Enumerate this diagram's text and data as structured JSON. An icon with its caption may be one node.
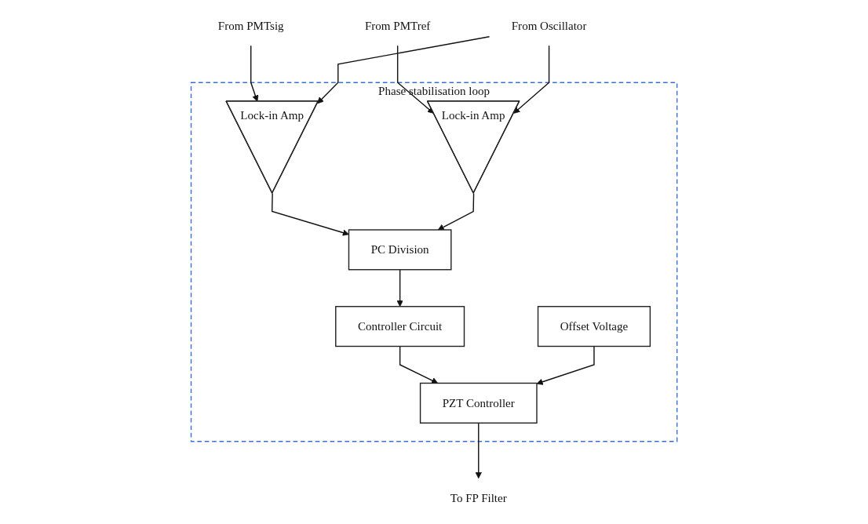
{
  "diagram": {
    "nodes": [
      {
        "text": [
          "Phase stabilisation loop"
        ]
      },
      {
        "text": [
          "PZT Controller"
        ],
        "in": 0
      },
      {
        "text": [
          "Offset Voltage"
        ],
        "in": 0
      },
      {
        "text": [
          "Controller Circuit"
        ],
        "in": 0
      },
      {
        "text": [
          "Lock-in Amp"
        ],
        "in": 0
      },
      {
        "text": [
          "Lock-in Amp"
        ],
        "in": 0
      },
      {
        "text": [
          "PC Division"
        ],
        "in": 0
      },
      {
        "text": [
          "To FP Filter"
        ]
      },
      {
        "text": [
          "From PMTsig"
        ]
      },
      {
        "text": [
          "From PMTref"
        ]
      },
      {
        "text": [
          "From Oscillator"
        ]
      }
    ],
    "edges": [
      {
        "from": 8,
        "to": 4,
        "arrow": "to"
      },
      {
        "from": 9,
        "to": 5,
        "arrow": "to"
      },
      {
        "from": 10,
        "to": 4,
        "arrow": "to"
      },
      {
        "from": 10,
        "to": 5,
        "arrow": "to"
      },
      {
        "from": 4,
        "to": 6,
        "arrow": "to"
      },
      {
        "from": 5,
        "to": 6,
        "arrow": "to"
      },
      {
        "from": 6,
        "to": 3,
        "arrow": "to"
      },
      {
        "from": 3,
        "to": 1,
        "arrow": "to"
      },
      {
        "from": 2,
        "to": 1,
        "arrow": "to"
      },
      {
        "from": 1,
        "to": 7,
        "arrow": "to"
      }
    ]
  }
}
